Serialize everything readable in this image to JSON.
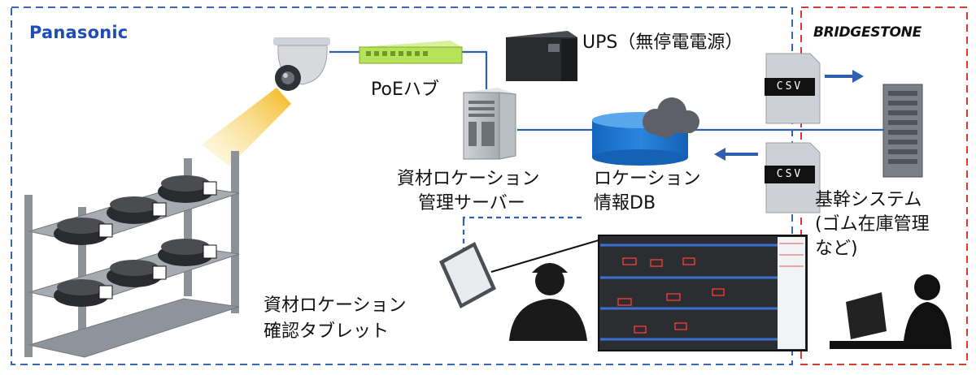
{
  "brands": {
    "left": "Panasonic",
    "right": "BRIDGESTONE"
  },
  "labels": {
    "ups": "UPS（無停電電源）",
    "poe_hub": "PoEハブ",
    "server_line1": "資材ロケーション",
    "server_line2": "管理サーバー",
    "db_line1": "ロケーション",
    "db_line2": "情報DB",
    "core_line1": "基幹システム",
    "core_line2": "(ゴム在庫管理",
    "core_line3": "など)",
    "tablet_line1": "資材ロケーション",
    "tablet_line2": "確認タブレット",
    "csv_top": "CSV",
    "csv_bottom": "CSV"
  },
  "colors": {
    "panasonic_border": "#3a64b4",
    "bridgestone_border": "#d93a2b",
    "link_line": "#2f5fae",
    "poe_green": "#b6e35a",
    "db_blue": "#1d73c8",
    "spotlight": "#f3b61b"
  }
}
